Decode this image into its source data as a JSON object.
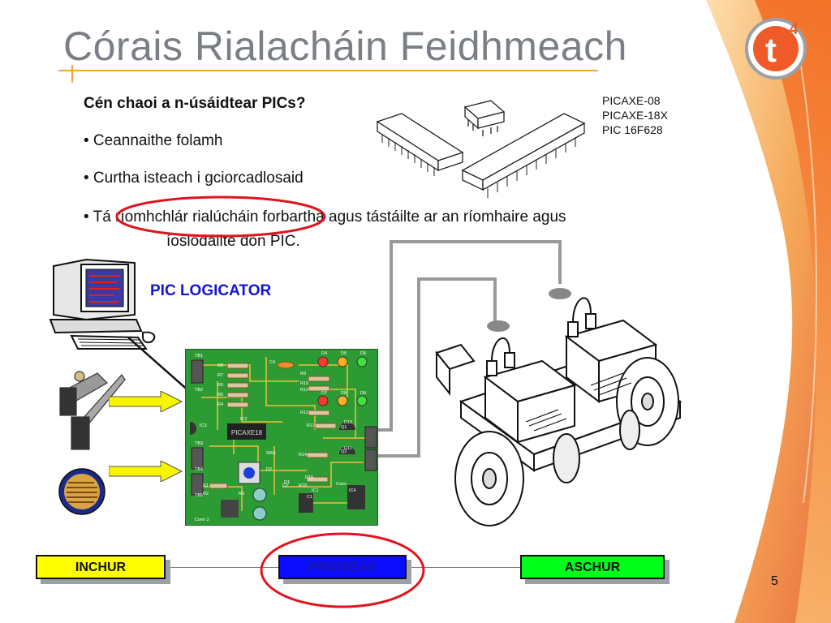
{
  "slide": {
    "title": "Córais Rialacháin Feidhmeach",
    "question": "Cén chaoi a n-úsáidtear PICs?",
    "bullets": [
      "• Ceannaithe folamh",
      "• Curtha isteach i gciorcadlosaid",
      "• Tá ríomhchlár rialúcháin forbartha agus tástáilte ar an ríomhaire agus",
      "íoslódáilte don PIC."
    ],
    "chips": [
      "PICAXE-08",
      "PICAXE-18X",
      "PIC 16F628"
    ],
    "pic_logicator": "PIC LOGICATOR",
    "flow": {
      "input": "INCHUR",
      "process": "PROISÉAS",
      "output": "ASCHUR"
    },
    "page_number": "5"
  },
  "board": {
    "chip_label": "PICAXE18",
    "labels": [
      "D4",
      "D5",
      "D6",
      "D7",
      "D8",
      "D9",
      "R8",
      "R7",
      "R6",
      "R5",
      "R4",
      "R9",
      "R10",
      "R11",
      "R12",
      "R13",
      "R14",
      "R15",
      "R16",
      "R1",
      "R2",
      "R3",
      "C1",
      "C2",
      "C4",
      "IC1",
      "IC2",
      "IC3",
      "IC4",
      "D1",
      "D2",
      "D10",
      "D11",
      "SW1",
      "TB1",
      "TB2",
      "TB3",
      "TB4",
      "TB5",
      "Conn",
      "Conn 2",
      "Q1",
      "Q2"
    ]
  },
  "logo": {
    "letter": "t",
    "superscript": "4"
  },
  "colors": {
    "title": "#7a7f86",
    "accent_orange": "#f4a23a",
    "pic_logicator": "#1515d0",
    "input_box": "#ffff00",
    "process_box": "#0b0bff",
    "output_box": "#00ff1a",
    "board_green": "#2d9b33"
  }
}
